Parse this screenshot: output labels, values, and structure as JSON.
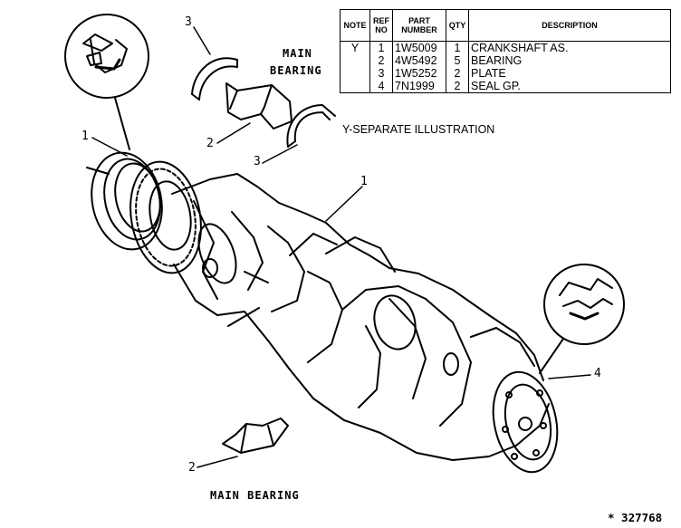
{
  "table": {
    "headers": {
      "note": "NOTE",
      "ref": "REF NO",
      "part": "PART NUMBER",
      "qty": "QTY",
      "desc": "DESCRIPTION"
    },
    "rows": [
      {
        "note": "Y",
        "ref": "1",
        "part": "1W5009",
        "qty": "1",
        "desc": "CRANKSHAFT AS."
      },
      {
        "note": "",
        "ref": "2",
        "part": "4W5492",
        "qty": "5",
        "desc": "BEARING"
      },
      {
        "note": "",
        "ref": "3",
        "part": "1W5252",
        "qty": "2",
        "desc": "PLATE"
      },
      {
        "note": "",
        "ref": "4",
        "part": "7N1999",
        "qty": "2",
        "desc": "SEAL GP."
      }
    ]
  },
  "separate_note": "Y-SEPARATE ILLUSTRATION",
  "callouts": {
    "c1_left": "1",
    "c1_right": "1",
    "c2_top": "2",
    "c2_bottom": "2",
    "c3_top": "3",
    "c3_mid": "3",
    "c4": "4"
  },
  "captions": {
    "main_bearing_top_1": "MAIN",
    "main_bearing_top_2": "BEARING",
    "main_bearing_bottom": "MAIN BEARING"
  },
  "footer": "* 327768"
}
